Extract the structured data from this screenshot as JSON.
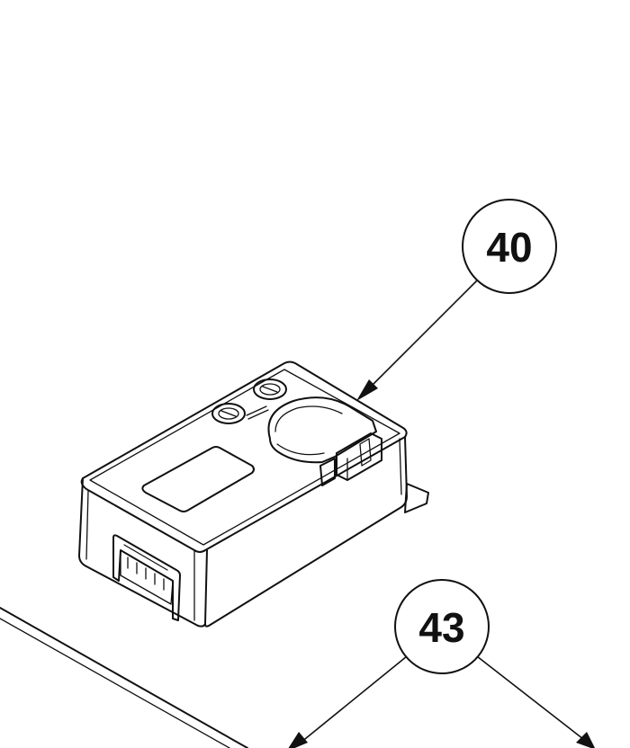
{
  "callouts": [
    {
      "id": "callout-40",
      "label": "40"
    },
    {
      "id": "callout-43",
      "label": "43"
    }
  ],
  "colors": {
    "line": "#111111",
    "background": "#ffffff"
  }
}
